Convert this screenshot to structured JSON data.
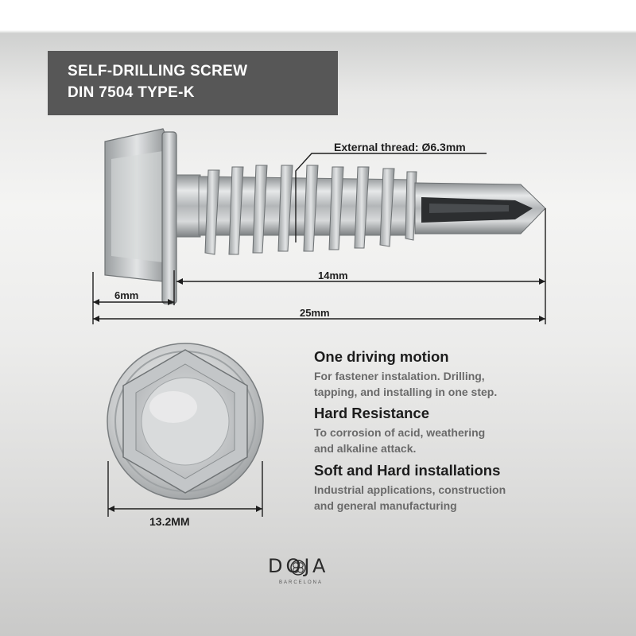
{
  "title": {
    "line1": "SELF-DRILLING SCREW",
    "line2": "DIN 7504 TYPE-K"
  },
  "dimensions": {
    "external_thread": "External thread: Ø6.3mm",
    "thread_length": "14mm",
    "head_length": "6mm",
    "total_length": "25mm",
    "head_width": "13.2MM"
  },
  "features": [
    {
      "heading": "One driving motion",
      "line1": "For fastener instalation. Drilling,",
      "line2": "tapping, and installing in one step."
    },
    {
      "heading": "Hard Resistance",
      "line1": "To corrosion of acid, weathering",
      "line2": "and alkaline attack."
    },
    {
      "heading": "Soft and Hard installations",
      "line1": "Industrial applications, construction",
      "line2": "and general manufacturing"
    }
  ],
  "logo": {
    "wordmark": "DOJA",
    "tagline": "BARCELONA"
  },
  "colors": {
    "title_box": "#575757",
    "metal": "#bfc2c4",
    "dim_line": "#1e1e1e"
  },
  "icons": [
    "screw-side-view",
    "screw-head-top-view",
    "doja-logo-icon"
  ]
}
